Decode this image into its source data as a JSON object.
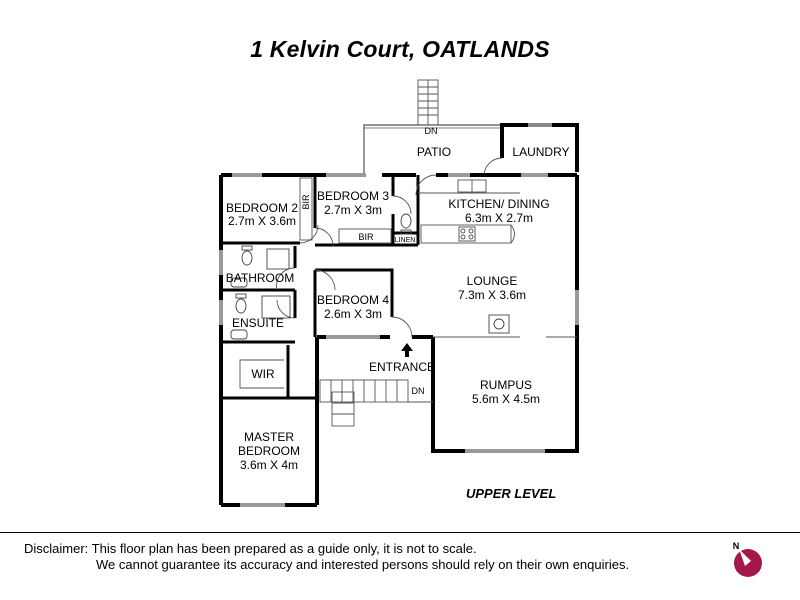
{
  "title": "1 Kelvin Court, OATLANDS",
  "level_label": "UPPER LEVEL",
  "disclaimer": {
    "line1": "Disclaimer: This floor plan has been prepared as a guide only, it is not to scale.",
    "line2": "We cannot guarantee its accuracy and interested persons should rely on their own enquiries."
  },
  "compass": {
    "north_label": "N",
    "needle_color": "#a3174a"
  },
  "rooms": {
    "patio": {
      "name": "PATIO"
    },
    "patio_stairs": {
      "label": "DN"
    },
    "laundry": {
      "name": "LAUNDRY"
    },
    "bedroom2": {
      "name": "BEDROOM 2",
      "dims": "2.7m X 3.6m"
    },
    "bedroom3": {
      "name": "BEDROOM 3",
      "dims": "2.7m X 3m"
    },
    "bir_side": {
      "name": "BIR"
    },
    "bir": {
      "name": "BIR"
    },
    "linen": {
      "name": "LINEN"
    },
    "kitchen": {
      "name": "KITCHEN/ DINING",
      "dims": "6.3m X 2.7m"
    },
    "bathroom": {
      "name": "BATHROOM"
    },
    "ensuite": {
      "name": "ENSUITE"
    },
    "bedroom4": {
      "name": "BEDROOM 4",
      "dims": "2.6m X 3m"
    },
    "lounge": {
      "name": "LOUNGE",
      "dims": "7.3m X 3.6m"
    },
    "wir": {
      "name": "WIR"
    },
    "entrance": {
      "name": "ENTRANCE"
    },
    "entry_stairs": {
      "label": "DN"
    },
    "rumpus": {
      "name": "RUMPUS",
      "dims": "5.6m X 4.5m"
    },
    "master": {
      "name1": "MASTER",
      "name2": "BEDROOM",
      "dims": "3.6m X 4m"
    }
  },
  "colors": {
    "wall": "#000000",
    "thin_line": "#555555",
    "window": "#888888"
  }
}
